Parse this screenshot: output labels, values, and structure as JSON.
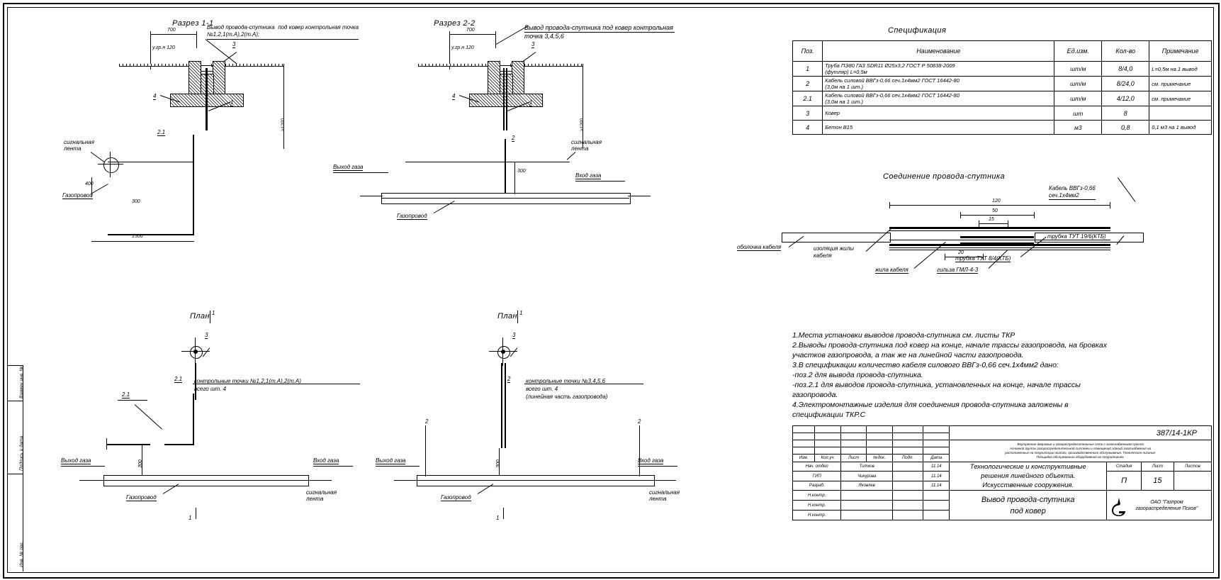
{
  "sheet": {
    "left_margin_labels": [
      "Взамен инв. №",
      "Подпись и дата",
      "Инв. № орг."
    ]
  },
  "views": {
    "section_1_1": {
      "title": "Разрез 1-1",
      "callout": "Вывод провода-спутника  под ковер контрольная точка\n№1,2,1(т.А),2(т.А);",
      "dim_top": "700",
      "dim_ground": "у.гр.",
      "ground_note": "у.гр.н 120",
      "dim_depth": "≥1200",
      "marks": [
        "3",
        "4",
        "1",
        "2.1"
      ],
      "labels": {
        "signal_tape": "сигнальная\nлента",
        "gas_pipe": "Газопровод",
        "dim_400": "400",
        "dim_300": "300",
        "dim_1500": "1500"
      }
    },
    "section_2_2": {
      "title": "Разрез 2-2",
      "callout": "Вывод провода-спутника под ковер контрольная\nточка 3,4,5,6",
      "dim_top": "700",
      "ground_note": "у.гр.н 120",
      "dim_depth": "≥1200",
      "marks": [
        "3",
        "4",
        "1",
        "2"
      ],
      "labels": {
        "gas_out": "Выход газа",
        "gas_in": "Вход газа",
        "gas_pipe": "Газопровод",
        "signal_tape": "сигнальная\nлента",
        "dim_300": "300"
      }
    },
    "plan_left": {
      "title": "План",
      "section_mark": "1",
      "mark_cover": "3",
      "mark_2_1_a": "2.1",
      "mark_2_1_b": "2.1",
      "note": "контрольные точки №1,2,1(т.А),2(т.А)\nвсего шт. 4",
      "dim_300": "300",
      "gas_out": "Выход газа",
      "gas_in": "Вход газа",
      "gas_pipe": "Газопровод",
      "signal_tape": "сигнальная\nлента"
    },
    "plan_right": {
      "title": "План",
      "section_mark": "1",
      "mark_cover": "3",
      "mark_2_a": "2",
      "mark_2_b": "2",
      "mark_2_c": "2",
      "note": "контрольные точки №3,4,5,6\nвсего шт. 4\n(линейная часть газопровода)",
      "dim_300": "300",
      "gas_out": "Выход газа",
      "gas_in": "Вход газа",
      "gas_pipe": "Газопровод",
      "signal_tape": "сигнальная\nлента"
    },
    "joint_detail": {
      "title": "Соединение провода-спутника",
      "dims": [
        "120",
        "50",
        "15",
        "20"
      ],
      "labels": {
        "sheath": "оболочка кабеля",
        "core_insulation": "изоляция жилы\nкабеля",
        "core": "жила кабеля",
        "sleeve": "гильза ГМЛ-4-3",
        "tube_inner": "трубка ТУТ 8/4(КТБ)",
        "tube_outer": "трубка ТУТ 19/6(КТБ)",
        "cable": "Кабель ВВГз-0,66\nсеч.1х4мм2"
      }
    }
  },
  "specification": {
    "title": "Спецификация",
    "columns": [
      "Поз.",
      "Наименование",
      "Ед.изм.",
      "Кол-во",
      "Примечание"
    ],
    "rows": [
      {
        "pos": "1",
        "name": "Труба ПЭ80 ГАЗ SDR11 Ø25х3,2 ГОСТ Р 50838-2009\n(футляр) L=0,5м",
        "unit": "шт/м",
        "qty": "8/4,0",
        "note": "L=0,5м на 1 вывод"
      },
      {
        "pos": "2",
        "name": "Кабель силовой ВВГз-0,66 сеч.1х4мм2 ГОСТ 16442-80\n(3,0м на 1 шт.)",
        "unit": "шт/м",
        "qty": "8/24,0",
        "note": "см. примечание"
      },
      {
        "pos": "2.1",
        "name": "Кабель силовой ВВГз-0,66 сеч.1х4мм2 ГОСТ 16442-80\n(3,0м на 1 шт.)",
        "unit": "шт/м",
        "qty": "4/12,0",
        "note": "см. примечание"
      },
      {
        "pos": "3",
        "name": "Ковер",
        "unit": "шт",
        "qty": "8",
        "note": ""
      },
      {
        "pos": "4",
        "name": "Бетон В15",
        "unit": "м3",
        "qty": "0,8",
        "note": "0,1 м3 на 1 вывод"
      }
    ]
  },
  "notes": {
    "text": "1.Места установки выводов провода-спутника см. листы ТКР\n2.Выводы провода-спутника под ковер на конце, начале трассы газопровода, на бровках\nучастков газопровода, а так же на линейной части газопровода.\n3.В спецификации количество кабеля силового ВВГз-0,66 сеч.1х4мм2 дано:\n-поз.2 для вывода провода-спутника.\n-поз.2.1 для выводов провода-спутника, установленных на конце, начале трассы\nгазопровода.\n4.Электромонтажные изделия для соединения провода-спутника заложены в\nспецификации ТКР.С"
  },
  "title_block": {
    "drawing_number": "387/14-1КР",
    "description": "Внутренние дворовые и газораспределительные сети с газоснабжением пункта\nосновной группы газораспределительной системы и помещений зданий газоснабжения на\nрасположенных на территории жилого, производственного обслуживания. Техническое писание.\nПлощадка обслуживания оборудования на территориях.",
    "col_headers": [
      "Изм.",
      "Кол.уч.",
      "Лист",
      "№док.",
      "Подп.",
      "Дата"
    ],
    "roles": [
      {
        "role": "Нач. отдел",
        "name": "Титков",
        "sign": "",
        "date": "11.14"
      },
      {
        "role": "ГИП",
        "name": "Чикурова",
        "sign": "",
        "date": "11.14"
      },
      {
        "role": "Разраб.",
        "name": "Яковлев",
        "sign": "",
        "date": "11.14"
      },
      {
        "role": "Н.контр.",
        "name": "",
        "sign": "",
        "date": ""
      },
      {
        "role": "Н.контр.",
        "name": "",
        "sign": "",
        "date": ""
      },
      {
        "role": "Н.контр.",
        "name": "",
        "sign": "",
        "date": ""
      }
    ],
    "stage_headers": [
      "Стадия",
      "Лист",
      "Листов"
    ],
    "stage_values": [
      "П",
      "15",
      ""
    ],
    "object_title": "Технологические и конструктивные\nрешения линейного объекта.\nИскусственные  сооружения.",
    "sheet_title": "Вывод провода-спутника\nпод ковер",
    "company": "ОАО \"Газпром\nгазораспределение Псков\"",
    "logo_letter": "G"
  }
}
